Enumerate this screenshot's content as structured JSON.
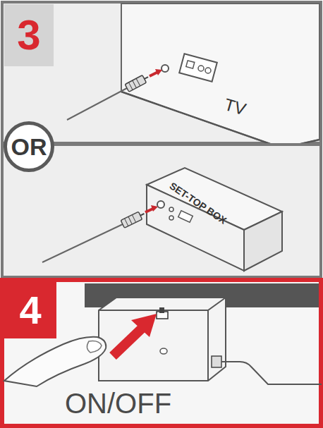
{
  "diagram": {
    "nodes": [
      {
        "text": [
          "3"
        ]
      },
      {
        "text": [
          "OR"
        ]
      },
      {
        "text": [
          "4"
        ]
      }
    ],
    "labels": [
      "TV",
      "SET-TOP BOX",
      "ON/OFF"
    ]
  }
}
